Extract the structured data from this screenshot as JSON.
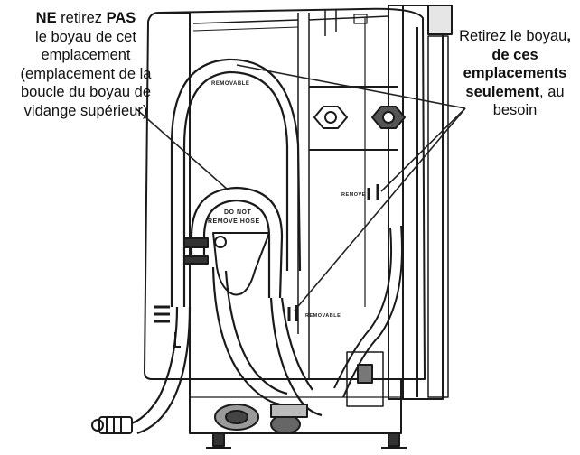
{
  "left_callout": {
    "bold_start": "NE",
    "text_1": " retirez ",
    "bold_mid": "PAS",
    "text_2": "le boyau de cet emplacement (emplacement de la boucle du boyau de vidange supérieur)"
  },
  "right_callout": {
    "text_1": "Retirez le boyau",
    "bold": ", de ces emplacements seulement",
    "text_2": ", au besoin"
  },
  "diagram_labels": {
    "removable_top": "REMOVABLE",
    "do_not_1": "DO NOT",
    "do_not_2": "REMOVE HOSE",
    "remove_side": "REMOVE",
    "removable_bottom": "REMOVABLE"
  }
}
